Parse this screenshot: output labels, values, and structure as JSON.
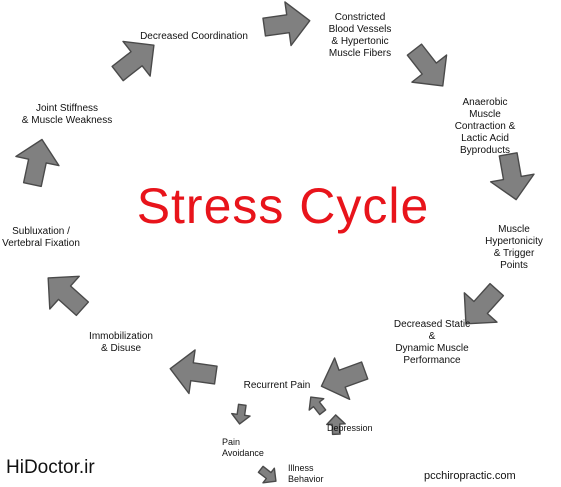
{
  "title": "Stress Cycle",
  "colors": {
    "title": "#e8141b",
    "arrow_fill": "#808080",
    "arrow_stroke": "#4a4a4a",
    "text": "#111111",
    "background": "#ffffff"
  },
  "stages": [
    {
      "id": "constricted",
      "text": "Constricted\nBlood Vessels\n& Hypertonic\nMuscle Fibers"
    },
    {
      "id": "anaerobic",
      "text": "Anaerobic Muscle\nContraction &\nLactic Acid Byproducts"
    },
    {
      "id": "hypertonicity",
      "text": "Muscle Hypertonicity\n& Trigger Points"
    },
    {
      "id": "decreased-static",
      "text": "Decreased Static\n&\nDynamic Muscle\nPerformance"
    },
    {
      "id": "recurrent-pain",
      "text": "Recurrent Pain"
    },
    {
      "id": "immobilization",
      "text": "Immobilization\n& Disuse"
    },
    {
      "id": "subluxation",
      "text": "Subluxation /\nVertebral Fixation"
    },
    {
      "id": "joint-stiffness",
      "text": "Joint Stiffness\n& Muscle Weakness"
    },
    {
      "id": "decreased-coordination",
      "text": "Decreased Coordination"
    }
  ],
  "subcycle": [
    {
      "id": "pain-avoidance",
      "text": "Pain\nAvoidance"
    },
    {
      "id": "illness-behavior",
      "text": "Illness\nBehavior"
    },
    {
      "id": "depression",
      "text": "Depression"
    }
  ],
  "watermarks": {
    "left": "HiDoctor.ir",
    "right": "pcchiropractic.com"
  }
}
